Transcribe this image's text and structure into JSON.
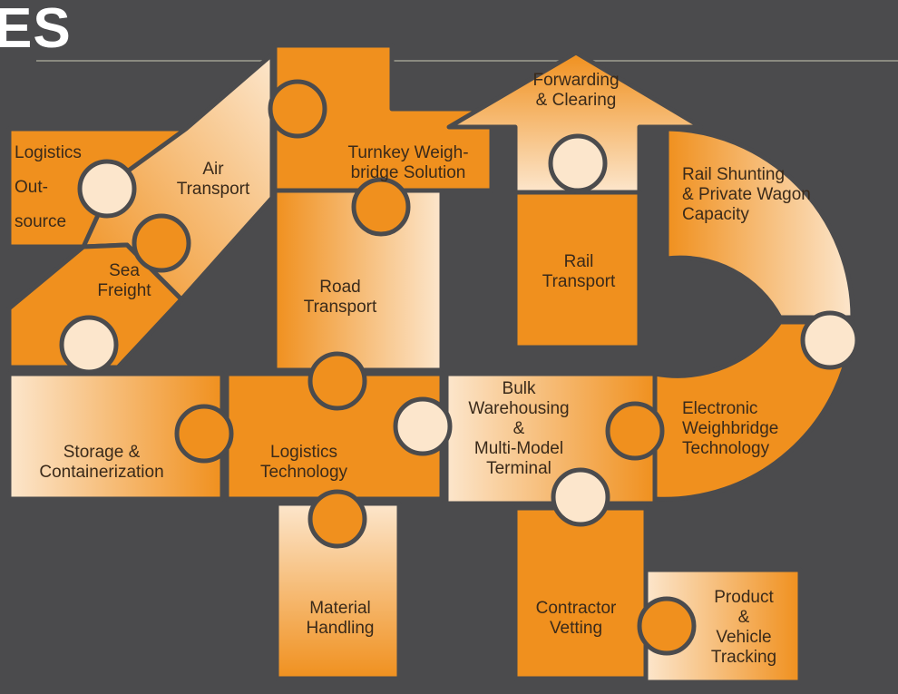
{
  "heading": "ES",
  "colors": {
    "background": "#4b4b4d",
    "orange": "#f0901e",
    "light": "#fbe0c0",
    "edge": "#4b4b4d",
    "text": "#3a2a1a"
  },
  "pieces": {
    "logistics_outsource": "Logistics\nOut-\nsource",
    "air_transport": "Air\nTransport",
    "sea_freight": "Sea\nFreight",
    "turnkey_weighbridge": "Turnkey Weigh-\nbridge Solution",
    "road_transport": "Road\nTransport",
    "forwarding_clearing": "Forwarding\n& Clearing",
    "rail_transport": "Rail\nTransport",
    "rail_shunting": "Rail Shunting\n& Private Wagon\nCapacity",
    "storage_containerization": "Storage &\nContainerization",
    "logistics_technology": "Logistics\nTechnology",
    "bulk_warehousing": "Bulk\nWarehousing\n&\nMulti-Model\nTerminal",
    "electronic_weighbridge": "Electronic\nWeighbridge\nTechnology",
    "material_handling": "Material\nHandling",
    "contractor_vetting": "Contractor\nVetting",
    "product_vehicle_tracking": "Product\n&\nVehicle\nTracking"
  }
}
